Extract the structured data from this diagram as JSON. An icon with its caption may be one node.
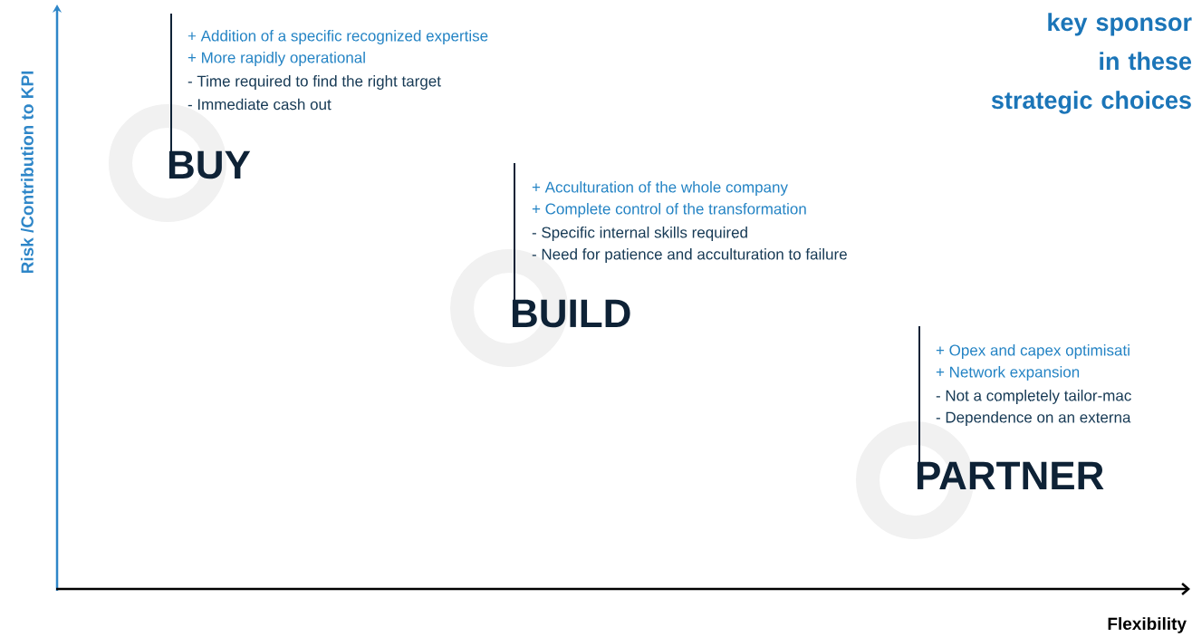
{
  "diagram": {
    "labels": [
      "key sponsor in these strategic choices",
      "Risk /Contribution to KPI",
      "+ Addition of a specific recognized expertise",
      "+ More rapidly operational",
      "- Time required to find the right target",
      "- Immediate cash out",
      "BUY",
      "+ Acculturation of the whole company",
      "+ Complete control of the transformation",
      "- Specific internal skills required",
      "- Need for patience and acculturation to failure",
      "BUILD",
      "+ Opex and capex optimisati",
      "+ Network expansion",
      "- Not a completely tailor-mac",
      "- Dependence on an externa",
      "PARTNER",
      "Flexibility"
    ]
  }
}
